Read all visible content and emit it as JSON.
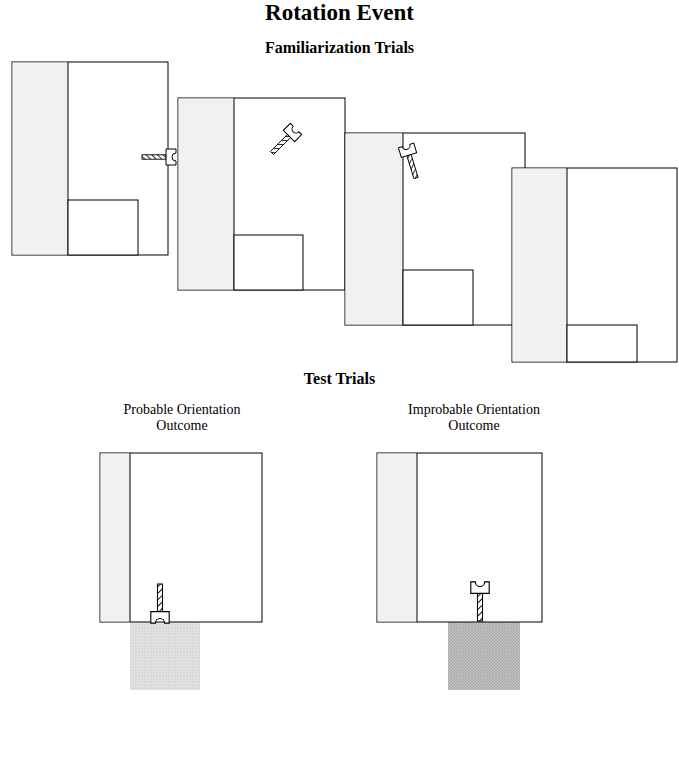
{
  "diagram": {
    "title": "Rotation Event",
    "nodes": [
      {
        "text": [
          "Probable Orientation Outcome"
        ]
      },
      {
        "text": [
          "Improbable Orientation Outcome"
        ]
      }
    ],
    "labels": [
      "Familiarization Trials",
      "Test Trials"
    ]
  }
}
